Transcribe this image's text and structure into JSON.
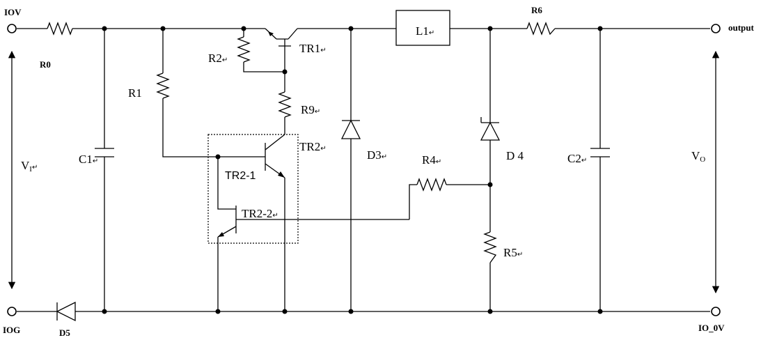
{
  "terminals": {
    "iov": "IOV",
    "iog": "IOG",
    "output": "output",
    "io_0v": "IO_0V"
  },
  "resistors": {
    "r0": "R0",
    "r1": "R1",
    "r2": "R2",
    "r4": "R4",
    "r5": "R5",
    "r6": "R6",
    "r9": "R9"
  },
  "capacitors": {
    "c1": "C1",
    "c2": "C2"
  },
  "transistors": {
    "tr1": "TR1",
    "tr2": "TR2",
    "tr2_1": "TR2-1",
    "tr2_2": "TR2-2"
  },
  "diodes": {
    "d3": "D3",
    "d4": "D 4",
    "d5": "D5"
  },
  "inductors": {
    "l1": "L1"
  },
  "voltages": {
    "vi": "V",
    "vi_sub": "I",
    "vo": "V",
    "vo_sub": "O"
  },
  "marks": {
    "return": "↵"
  }
}
